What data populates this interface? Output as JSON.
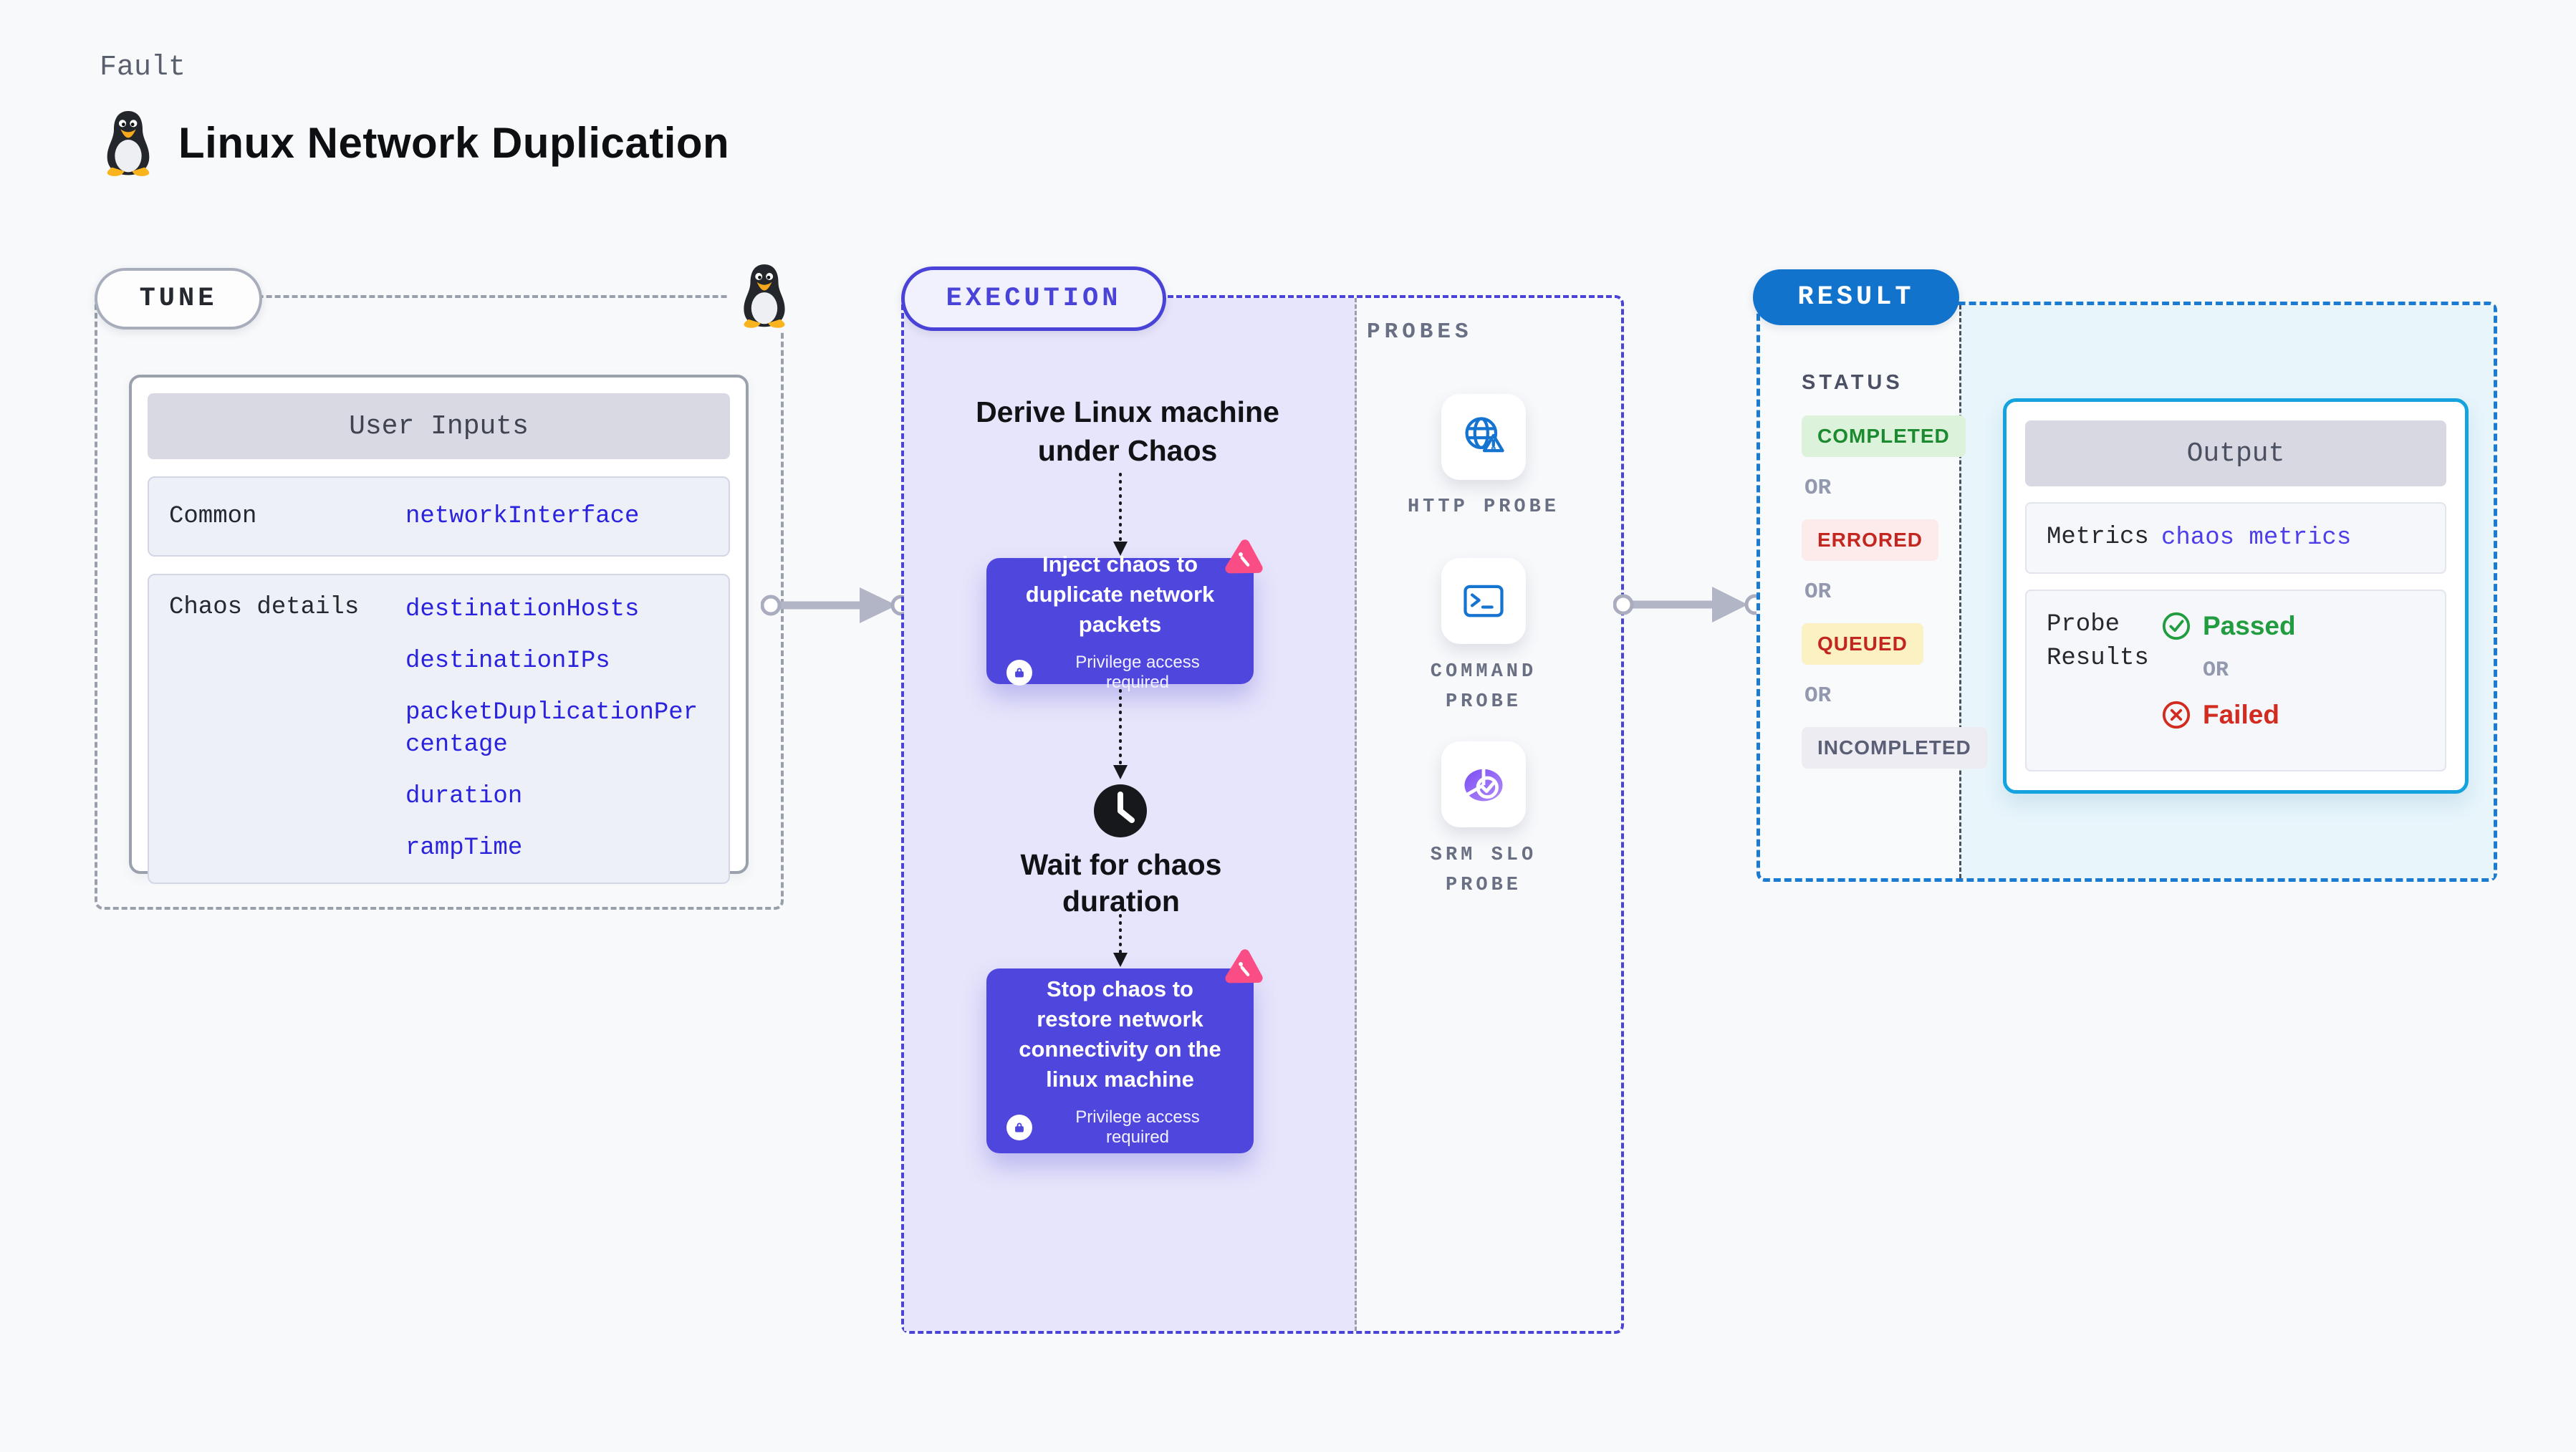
{
  "page": {
    "kicker": "Fault",
    "title": "Linux Network Duplication"
  },
  "tune": {
    "badge": "TUNE",
    "card_title": "User Inputs",
    "rows": [
      {
        "label": "Common",
        "values": [
          "networkInterface"
        ]
      },
      {
        "label": "Chaos details",
        "values": [
          "destinationHosts",
          "destinationIPs",
          "packetDuplicationPercentage",
          "duration",
          "rampTime"
        ]
      }
    ]
  },
  "execution": {
    "badge": "EXECUTION",
    "steps": {
      "derive": "Derive Linux machine under Chaos",
      "inject": "Inject chaos to duplicate network packets",
      "wait": "Wait for chaos duration",
      "stop": "Stop chaos to restore network connectivity on the linux machine",
      "privilege": "Privilege access required"
    },
    "probes_label": "PROBES",
    "probes": [
      {
        "name": "HTTP PROBE",
        "icon": "globe-alert-icon"
      },
      {
        "name": "COMMAND PROBE",
        "icon": "terminal-icon"
      },
      {
        "name": "SRM SLO PROBE",
        "icon": "slo-donut-check-icon"
      }
    ]
  },
  "result": {
    "badge": "RESULT",
    "status_label": "STATUS",
    "or": "OR",
    "statuses": [
      {
        "label": "COMPLETED",
        "tone": "success"
      },
      {
        "label": "ERRORED",
        "tone": "error"
      },
      {
        "label": "QUEUED",
        "tone": "warning"
      },
      {
        "label": "INCOMPLETED",
        "tone": "muted"
      }
    ],
    "output": {
      "title": "Output",
      "metrics_label": "Metrics",
      "metrics_value": "chaos metrics",
      "probe_label": "Probe Results",
      "passed": "Passed",
      "failed": "Failed"
    }
  },
  "icons": {
    "fault": "tux-penguin-icon",
    "http_probe": "globe-alert-icon",
    "command_probe": "terminal-icon",
    "srm_probe": "slo-donut-check-icon",
    "wait_step": "clock-icon",
    "privilege": "lock-icon",
    "chaos_step": "chaos-pinwheel-icon"
  },
  "colors": {
    "page_bg": "#f8f9fb",
    "indigo": "#4a43d8",
    "purple_box": "#4f46dd",
    "lavender": "#e7e5fb",
    "pink": "#fa4d85",
    "result_blue": "#1273cc",
    "cyan_border": "#14a3de",
    "cyan_bg": "#e8f5fb",
    "value_blue": "#2b22dd",
    "success_green": "#1c8a2f",
    "fail_red": "#c3261f",
    "arrow_gray": "#b2b5c6"
  }
}
